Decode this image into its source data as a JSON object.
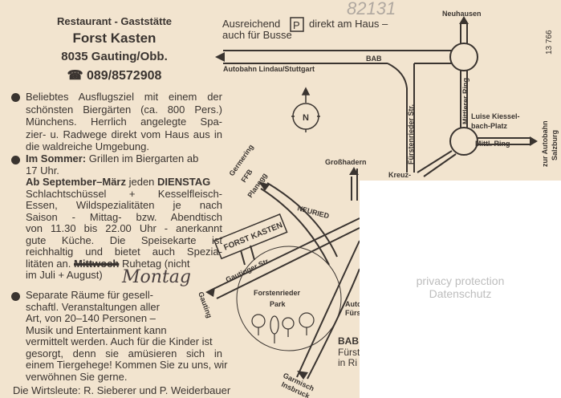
{
  "header": {
    "line1": "Restaurant - Gaststätte",
    "name": "Forst Kasten",
    "address": "8035 Gauting/Obb.",
    "phone_icon": "telephone-icon",
    "phone": "089/8572908"
  },
  "paragraphs": {
    "p1": [
      "Beliebtes Ausflugsziel mit einem der",
      "schönsten Biergärten (ca. 800 Pers.)",
      "Münchens. Herrlich angelegte Spa-",
      "zier- u. Radwege direkt vom Haus aus in",
      "die waldreiche Umgebung."
    ],
    "p2_bold": "Im Sommer:",
    "p2_rest": " Grillen im Biergarten ab",
    "p2_l2": "17 Uhr.",
    "p2_b1": "Ab September–März",
    "p2_m1": " jeden ",
    "p2_b2": "DIENSTAG",
    "p2_lines": [
      "Schlachtschüssel + Kesselfleisch-",
      "Essen, Wildspezialitäten je nach",
      "Saison - Mittag- bzw. Abendtisch",
      "von 11.30 bis 22.00 Uhr - anerkannt",
      "gute Küche. Die Speisekarte ist",
      "reichhaltig und bietet auch Spezia-"
    ],
    "p2_last_a": "litäten an. ",
    "p2_struck": "Mittwoch",
    "p2_last_b": " Ruhetag (nicht",
    "p2_end": "im Juli + August)",
    "handwritten": "Montag",
    "p3": [
      "Separate Räume für gesell-",
      "schaftl. Veranstaltungen aller",
      "Art, von 20–140 Personen –",
      "Musik und Entertainment kann",
      "vermittelt werden. Auch für die Kinder ist",
      "gesorgt, denn sie amüsieren sich in",
      "einem Tiergehege! Kommen Sie zu uns, wir",
      "verwöhnen Sie gerne."
    ],
    "footer": "Die Wirtsleute: R. Sieberer und P. Weiderbauer"
  },
  "map": {
    "parking_a": "Ausreichend",
    "parking_p": "P",
    "parking_b": "direkt am Haus –",
    "parking_c": "auch für Busse",
    "handwritten_number": "82131",
    "card_number": "13 766",
    "bab": "BAB",
    "autobahn_lindau": "Autobahn Lindau/Stuttgart",
    "neuhausen": "Neuhausen",
    "mittlerer_ring": "Mittlerer Ring",
    "fuerstenrieder": "Fürstenrieder Str.",
    "luise1": "Luise Kiessel-",
    "luise2": "bach-Platz",
    "mittl_ring": "Mittl. Ring",
    "salzburg1": "zur Autobahn",
    "salzburg2": "Salzburg",
    "north": "N",
    "grosshadern": "Großhadern",
    "kreuz": "Kreuz-",
    "germering": "Germering",
    "ffb": "FFB",
    "planegg": "Planegg",
    "neuried": "NEURIED",
    "forst_kasten": "FORST KASTEN",
    "gautinger": "Gautinger Str.",
    "gauting": "Gauting",
    "park1": "Forstenrieder",
    "park2": "Park",
    "auto": "Auto",
    "fuers": "Fürs",
    "bab2": "BAB",
    "fuerst": "Fürst",
    "inri": "in Ri",
    "garmisch": "Garmisch",
    "insbruck": "Insbruck"
  },
  "privacy": {
    "line1": "privacy protection",
    "line2": "Datenschutz"
  }
}
